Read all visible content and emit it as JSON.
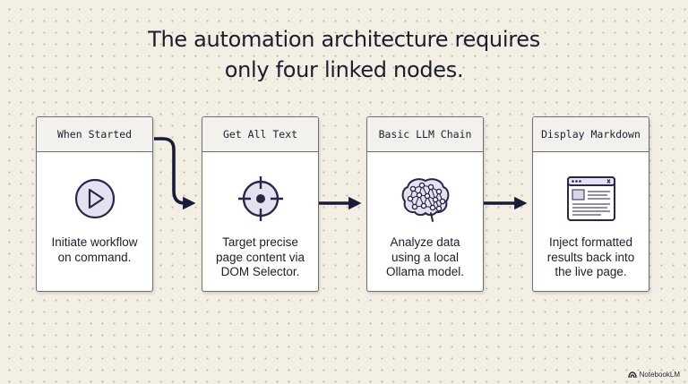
{
  "title": {
    "line1": "The automation architecture requires",
    "line2": "only four linked nodes."
  },
  "nodes": [
    {
      "header": "When Started",
      "icon": "play-icon",
      "description": [
        "Initiate workflow",
        "on command."
      ]
    },
    {
      "header": "Get All Text",
      "icon": "crosshair-icon",
      "description": [
        "Target precise",
        "page content via",
        "DOM Selector."
      ]
    },
    {
      "header": "Basic LLM Chain",
      "icon": "neural-brain-icon",
      "description": [
        "Analyze data",
        "using a local",
        "Ollama model."
      ]
    },
    {
      "header": "Display Markdown",
      "icon": "browser-window-icon",
      "description": [
        "Inject formatted",
        "results back into",
        "the live page."
      ]
    }
  ],
  "brand": {
    "label": "NotebookLM",
    "icon": "notebooklm-logo-icon"
  },
  "colors": {
    "background": "#f3efe4",
    "connector": "#1c1a3a",
    "icon_fill": "#e4e1f0",
    "icon_stroke": "#2a2745"
  }
}
